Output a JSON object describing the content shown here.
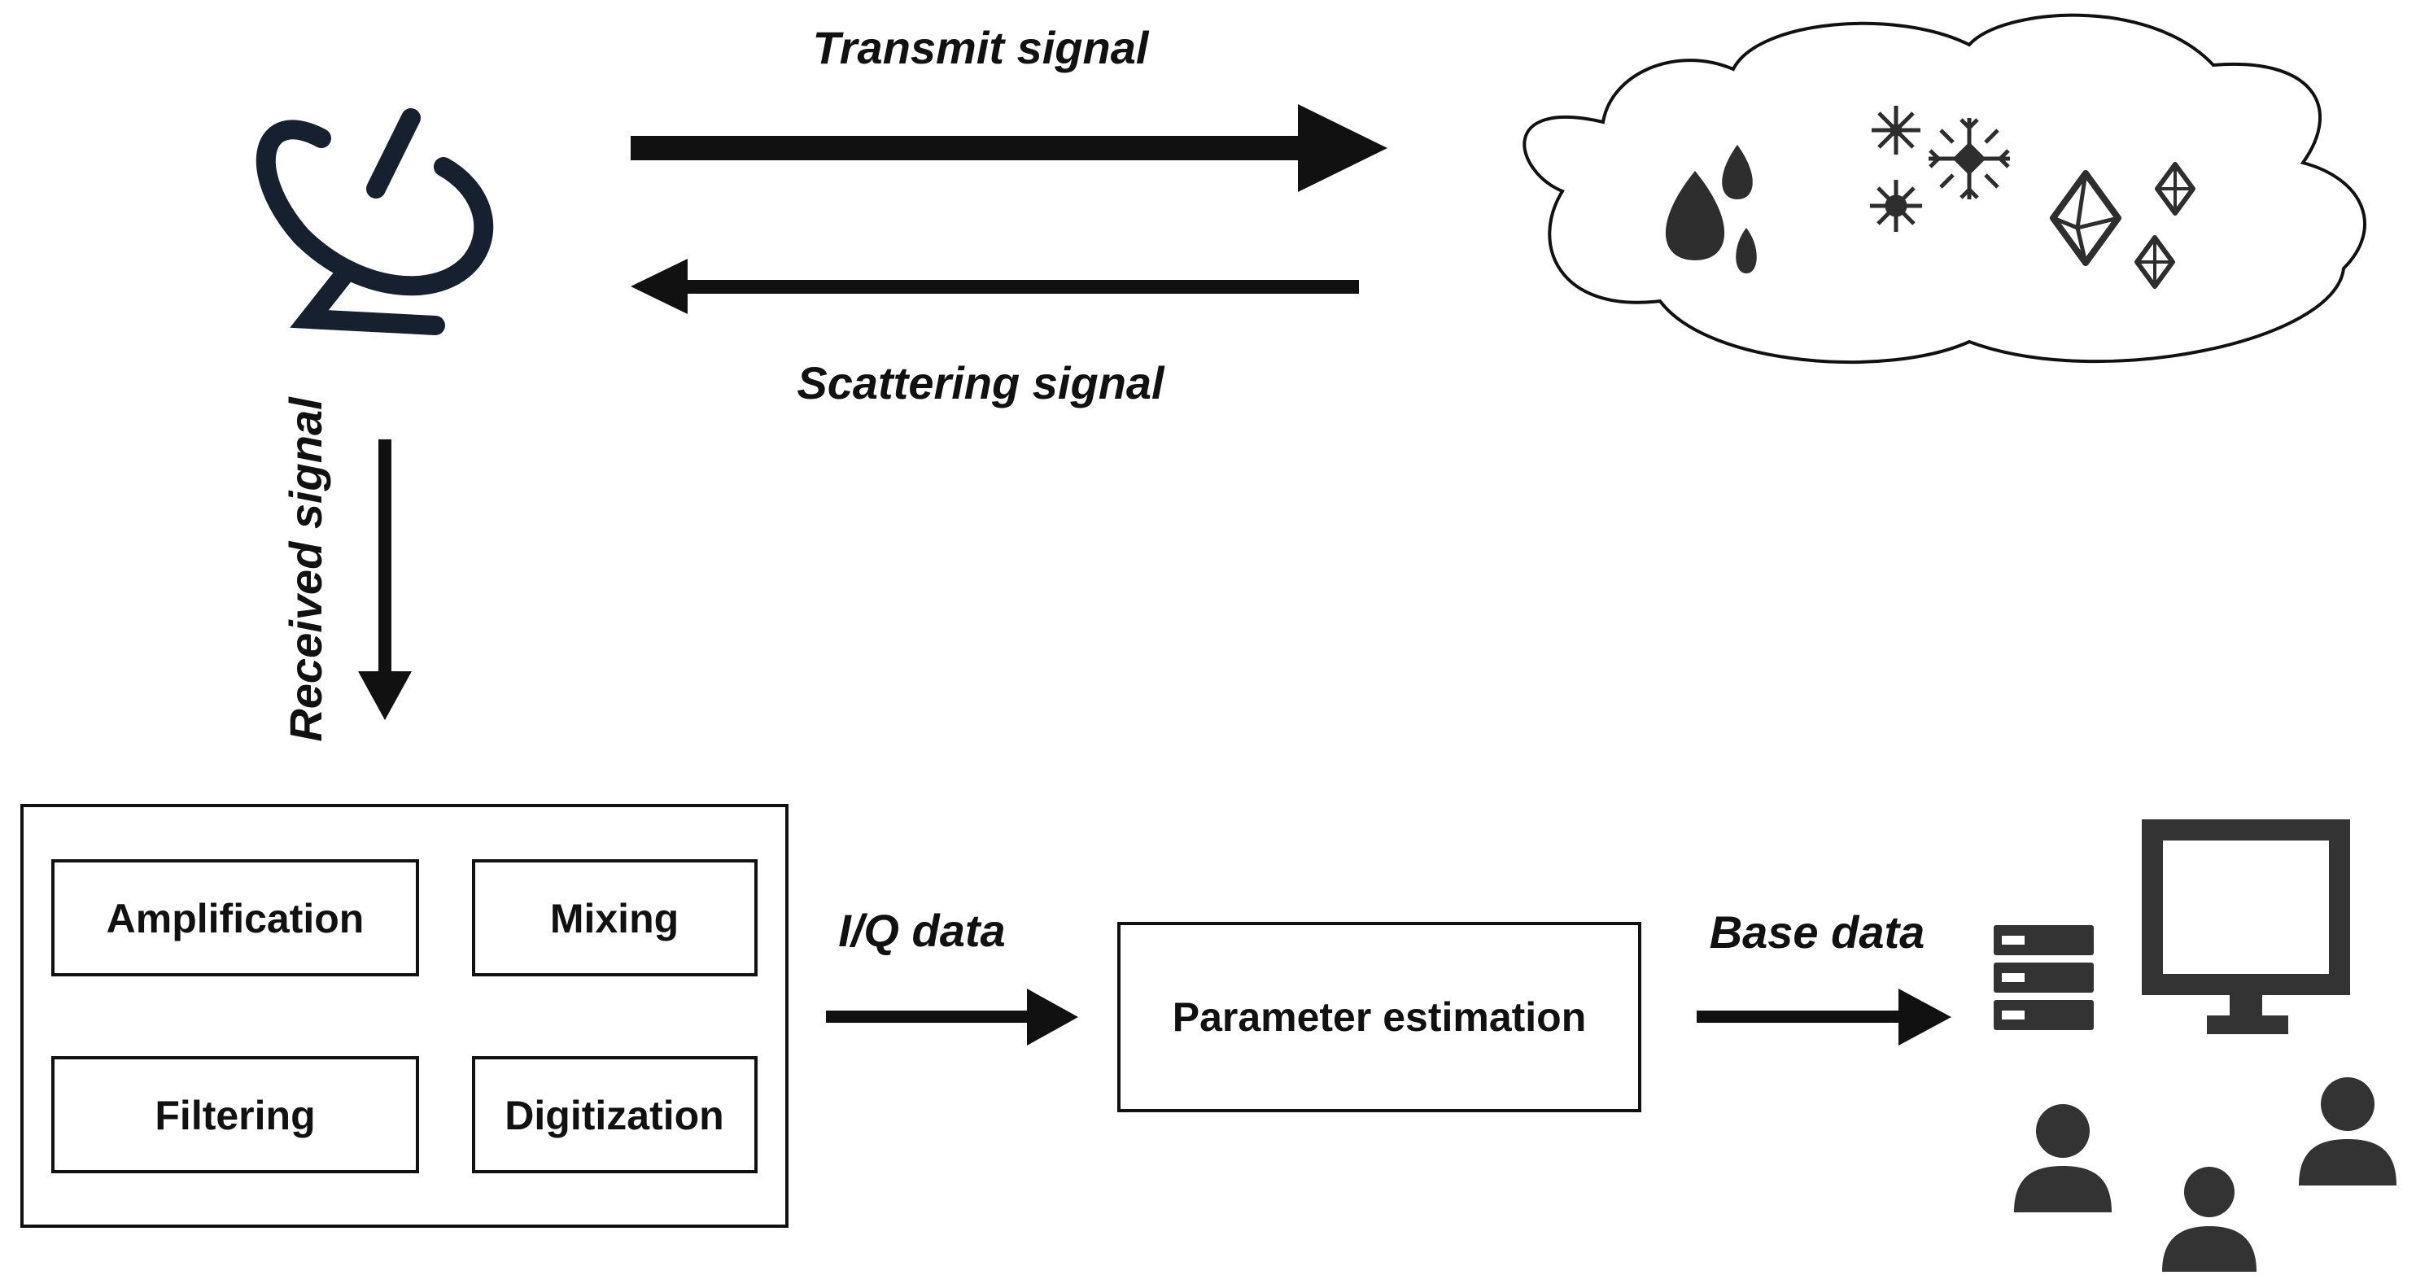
{
  "colors": {
    "ink": "#111111",
    "dish": "#16202e",
    "icons": "#333333",
    "background": "#ffffff"
  },
  "labels": {
    "transmit": "Transmit signal",
    "scattering": "Scattering signal",
    "received": "Received signal",
    "iq": "I/Q data",
    "base": "Base data"
  },
  "processing": {
    "amplification": "Amplification",
    "mixing": "Mixing",
    "filtering": "Filtering",
    "digitization": "Digitization"
  },
  "estimation": {
    "label": "Parameter estimation"
  },
  "icons": {
    "radar": "radar-dish-icon",
    "cloud": "cloud-icon",
    "raindrops": "raindrop-icon",
    "snowflakes": "snowflake-icon",
    "ice_crystals": "ice-crystal-icon",
    "server": "server-icon",
    "monitor": "monitor-icon",
    "users": "user-icon"
  }
}
